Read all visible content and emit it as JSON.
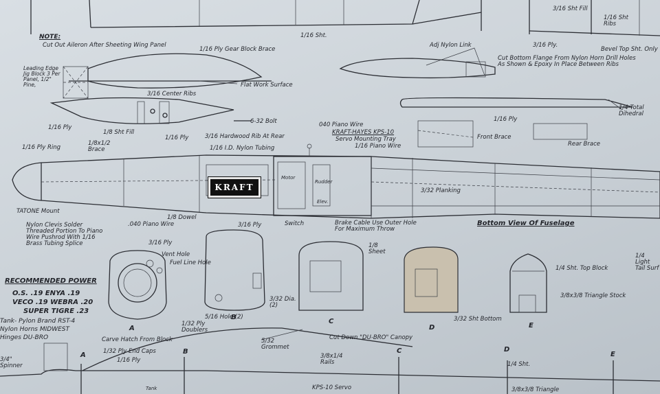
{
  "notes": {
    "note_title": "NOTE:",
    "note_text": "Cut Out Aileron After Sheeting Wing Panel",
    "leading_edge_jig": "Leading Edge Jig Block 3 Per Panel, 1/2\" Pine,",
    "planking_title": "Bottom View Of Fuselage"
  },
  "power": {
    "heading": "RECOMMENDED POWER",
    "line1": "O.S. .19    ENYA .19",
    "line2": "VECO .19    WEBRA .20",
    "line3": "SUPER TIGRE .23",
    "line4": "Tank- Pylon Brand RST-4",
    "line5": "Nylon Horns MIDWEST",
    "line6": "Hinges  DU-BRO"
  },
  "labels": {
    "sheet_3_16_fill": "3/16 Sht Fill",
    "sht_1_16_ribs": "1/16 Sht Ribs",
    "sht_1_16_top": "1/16 Sht.",
    "ply_3_16_top": "3/16 Ply.",
    "bevel_top": "Bevel Top Sht. Only",
    "gear_block": "1/16 Ply Gear Block Brace",
    "flat_surface": "Flat Work Surface",
    "center_ribs": "3/16 Center Ribs",
    "bolt": "6-32 Bolt",
    "hardwood_rib": "3/16 Hardwood Rib At Rear",
    "ply_1_16_a": "1/16 Ply",
    "sht_fill_1_8": "1/8 Sht Fill",
    "ply_1_16_b": "1/16 Ply",
    "adj_link": "Adj Nylon Link",
    "cut_bottom": "Cut Bottom Flange From Nylon Horn Drill Holes As Shown & Epoxy In Place Between Ribs",
    "dihedral": "1/4 Total Dihedral",
    "ply_ring": "1/16 Ply Ring",
    "brace_1_8": "1/8x1/2 Brace",
    "nylon_tubing": "1/16 I.D. Nylon Tubing",
    "piano_wire_040": "040 Piano Wire",
    "kraft_hayes": "KRAFT-HAYES KPS-10",
    "servo_tray": "Servo Mounting Tray",
    "piano_wire_1_16": "1/16 Piano Wire",
    "ply_1_16_c": "1/16 Ply",
    "front_brace": "Front Brace",
    "rear_brace": "Rear Brace",
    "planking": "3/32 Planking",
    "kraft_logo": "KRAFT",
    "motor": "Motor",
    "rudder": "Rudder",
    "elev": "Elev.",
    "switch": "Switch",
    "brake_cable": "Brake Cable Use Outer Hole For Maximum Throw",
    "tatone": "TATONE Mount",
    "clevis_note": "Nylon Clevis Solder Threaded Portion To Piano Wire Pushrod With 1/16 Brass Tubing Splice",
    "piano_wire_040b": ".040 Piano Wire",
    "dowel": "1/8 Dowel",
    "ply_3_16_a": "3/16 Ply",
    "vent_hole": "Vent Hole",
    "fuel_hole": "Fuel Line Hole",
    "ply_3_16_b": "3/16 Ply",
    "dia_3_32": "3/32 Dia. (2)",
    "hole_5_16": "5/16 Hole (2)",
    "ply_doublers": "1/32 Ply Doublers",
    "sheet_1_8": "1/8 Sheet",
    "sht_bottom": "3/32 Sht Bottom",
    "sht_top_block": "1/4 Sht. Top Block",
    "triangle": "3/8x3/8 Triangle Stock",
    "light_tail": "1/4 Light Tail Surf",
    "hatch": "Carve Hatch From Block",
    "end_caps": "1/32 Ply End Caps",
    "ply_1_16_d": "1/16 Ply",
    "grommet": "5/32 Grommet",
    "canopy": "Cut Down \"DU-BRO\" Canopy",
    "rails": "3/8x1/4 Rails",
    "sht_1_4": "1/4 Sht.",
    "spinner": "3/4\" Spinner",
    "tank": "Tank",
    "kps_servo": "KPS-10 Servo",
    "triangle_b": "3/8x3/8 Triangle"
  },
  "section_letters": {
    "a": "A",
    "b": "B",
    "c": "C",
    "d": "D",
    "e": "E",
    "a2": "A",
    "b2": "B",
    "c2": "C",
    "d2": "D",
    "e2": "E"
  }
}
